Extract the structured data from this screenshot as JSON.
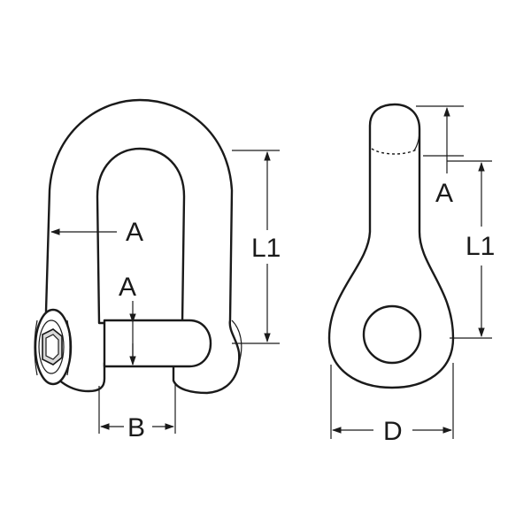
{
  "labels": {
    "left_a_outer": "A",
    "left_a_pin": "A",
    "left_l1": "L1",
    "left_b": "B",
    "right_a": "A",
    "right_l1": "L1",
    "right_d": "D"
  },
  "colors": {
    "line": "#1a1a1a",
    "background": "#ffffff"
  }
}
